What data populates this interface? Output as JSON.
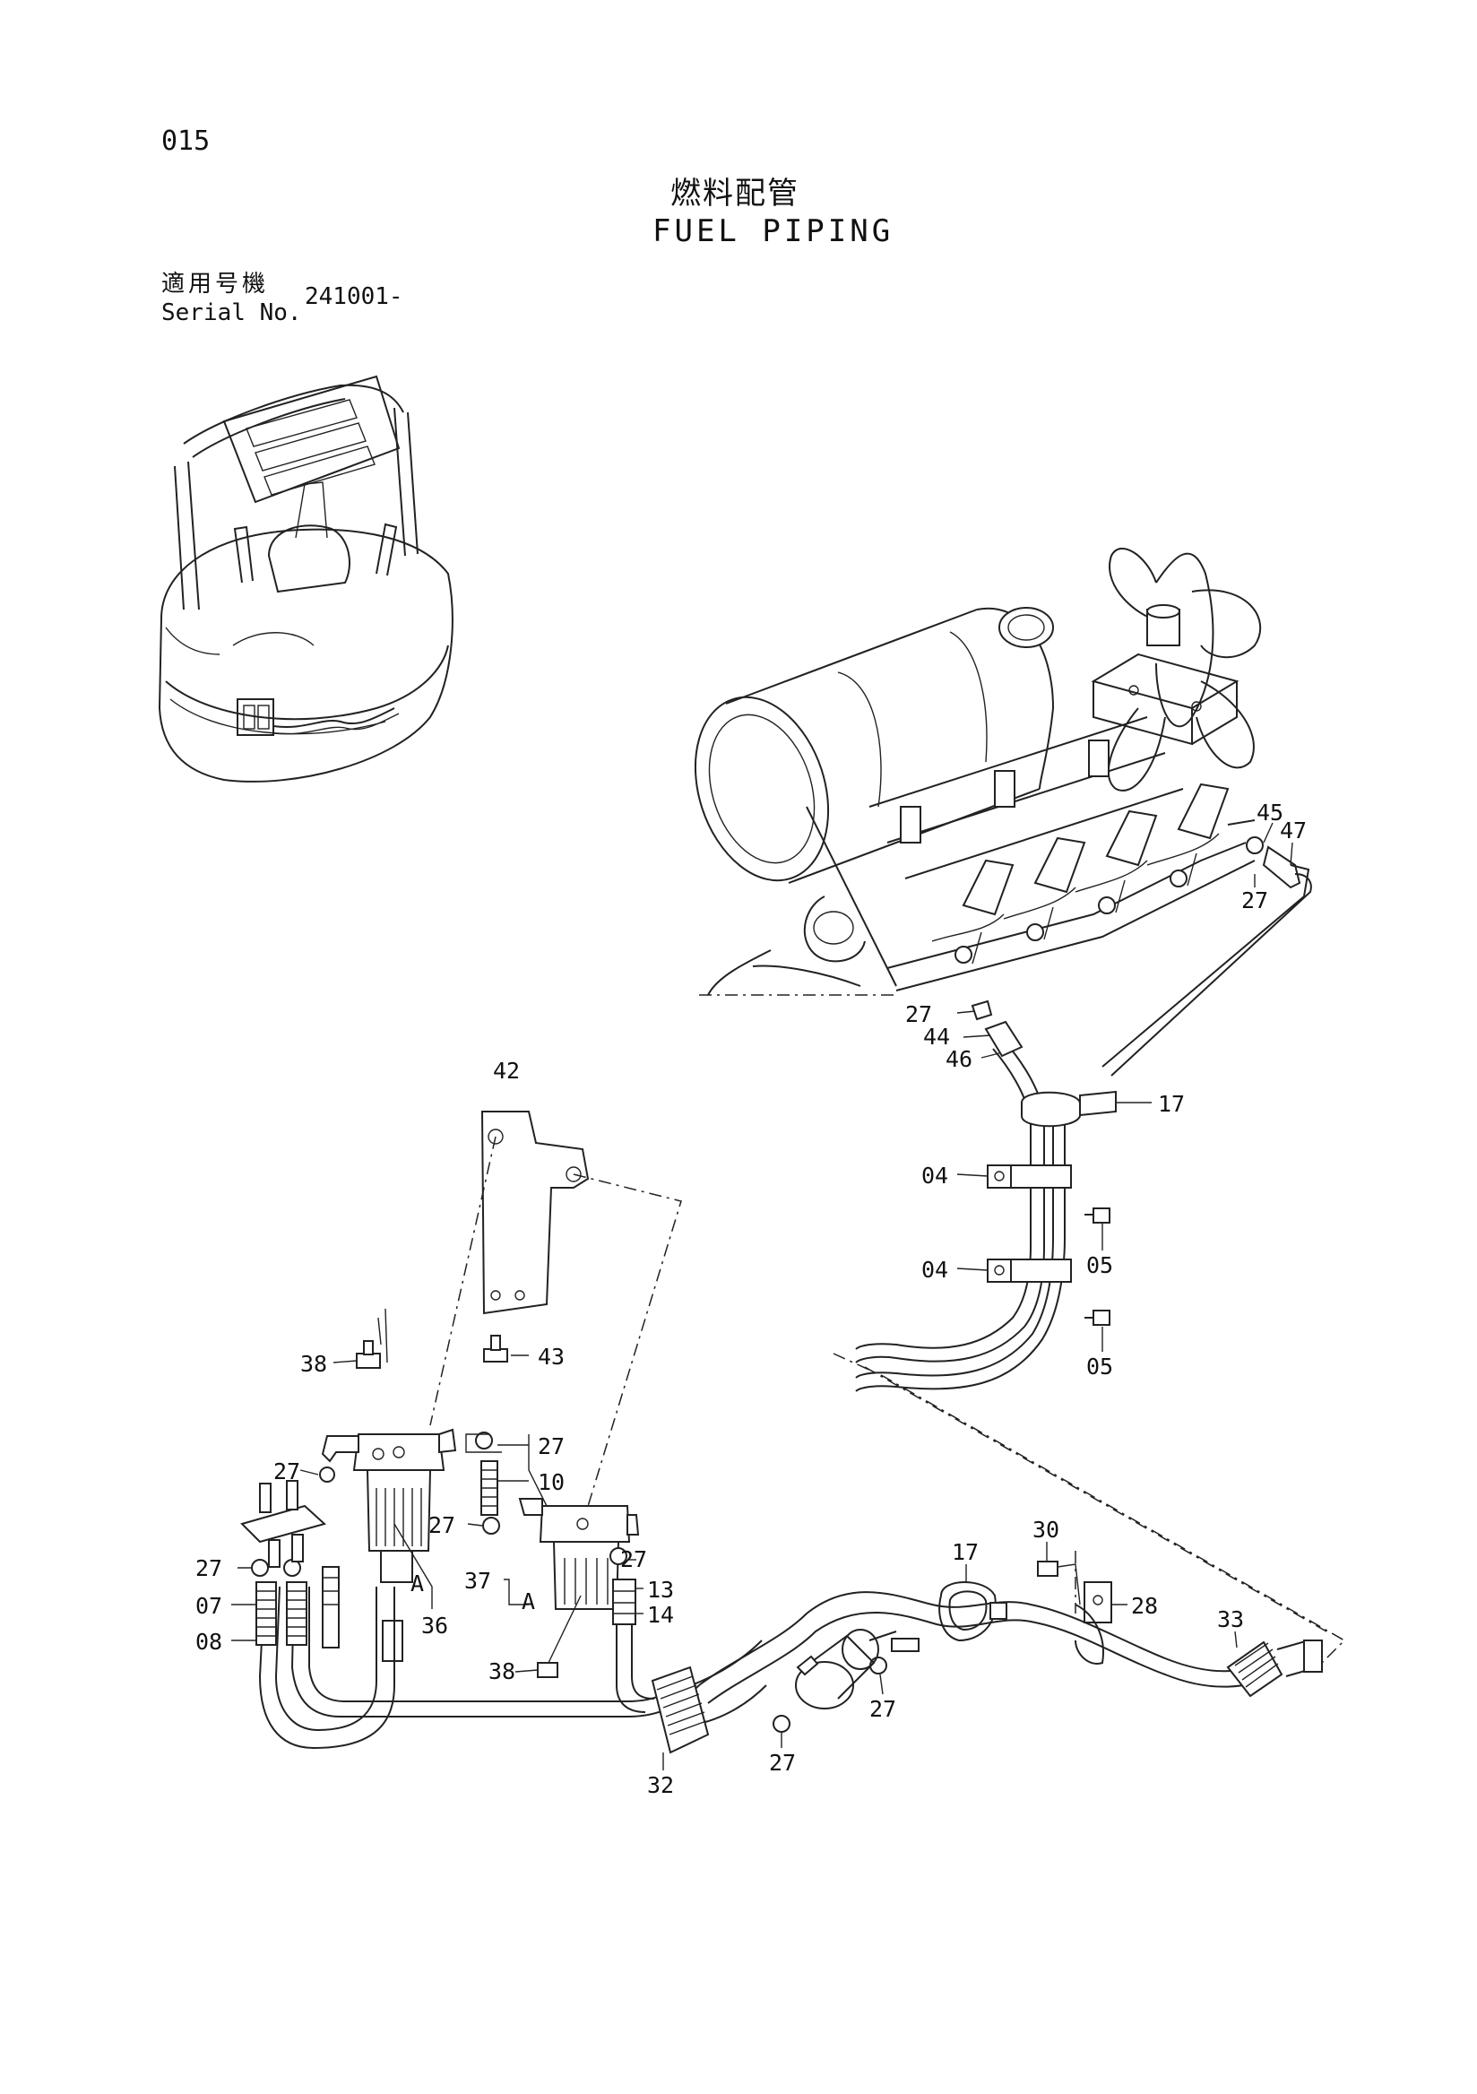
{
  "page_number": "015",
  "title": {
    "japanese": "燃料配管",
    "english": "FUEL PIPING"
  },
  "serial": {
    "label_japanese": "適用号機",
    "label_english": "Serial No.",
    "value": "241001-"
  },
  "callouts": {
    "c45": "45",
    "c47": "47",
    "c27_top": "27",
    "c27_engine": "27",
    "c44": "44",
    "c46": "46",
    "c17_upper": "17",
    "c04_upper": "04",
    "c05_upper": "05",
    "c04_lower": "04",
    "c05_lower": "05",
    "c42": "42",
    "c43": "43",
    "c38_upper": "38",
    "c27_a": "27",
    "c27_b": "27",
    "c10": "10",
    "c27_c": "27",
    "c27_d": "27",
    "c27_e": "27",
    "c37": "37",
    "cA_left": "A",
    "cA_right": "A",
    "c07": "07",
    "c08": "08",
    "c36": "36",
    "c13": "13",
    "c14": "14",
    "c38_lower": "38",
    "c17_lower": "17",
    "c30": "30",
    "c28": "28",
    "c33": "33",
    "c27_f": "27",
    "c27_g": "27",
    "c32": "32"
  }
}
